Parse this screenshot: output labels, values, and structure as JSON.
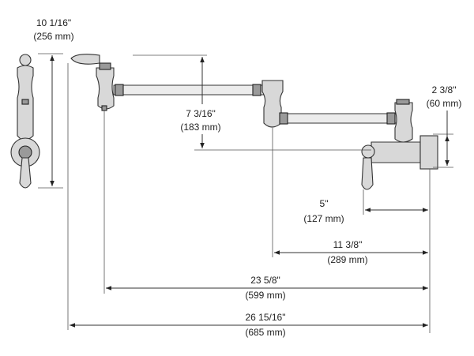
{
  "dimensions": {
    "height_overall": {
      "imperial": "10 1/16\"",
      "metric": "(256 mm)"
    },
    "arm_offset": {
      "imperial": "7 3/16\"",
      "metric": "(183 mm)"
    },
    "flange_height": {
      "imperial": "2 3/8\"",
      "metric": "(60 mm)"
    },
    "wall_to_handle": {
      "imperial": "5\"",
      "metric": "(127 mm)"
    },
    "wall_to_elbow": {
      "imperial": "11 3/8\"",
      "metric": "(289 mm)"
    },
    "wall_to_spout": {
      "imperial": "23 5/8\"",
      "metric": "(599 mm)"
    },
    "overall_reach": {
      "imperial": "26 15/16\"",
      "metric": "(685 mm)"
    }
  }
}
